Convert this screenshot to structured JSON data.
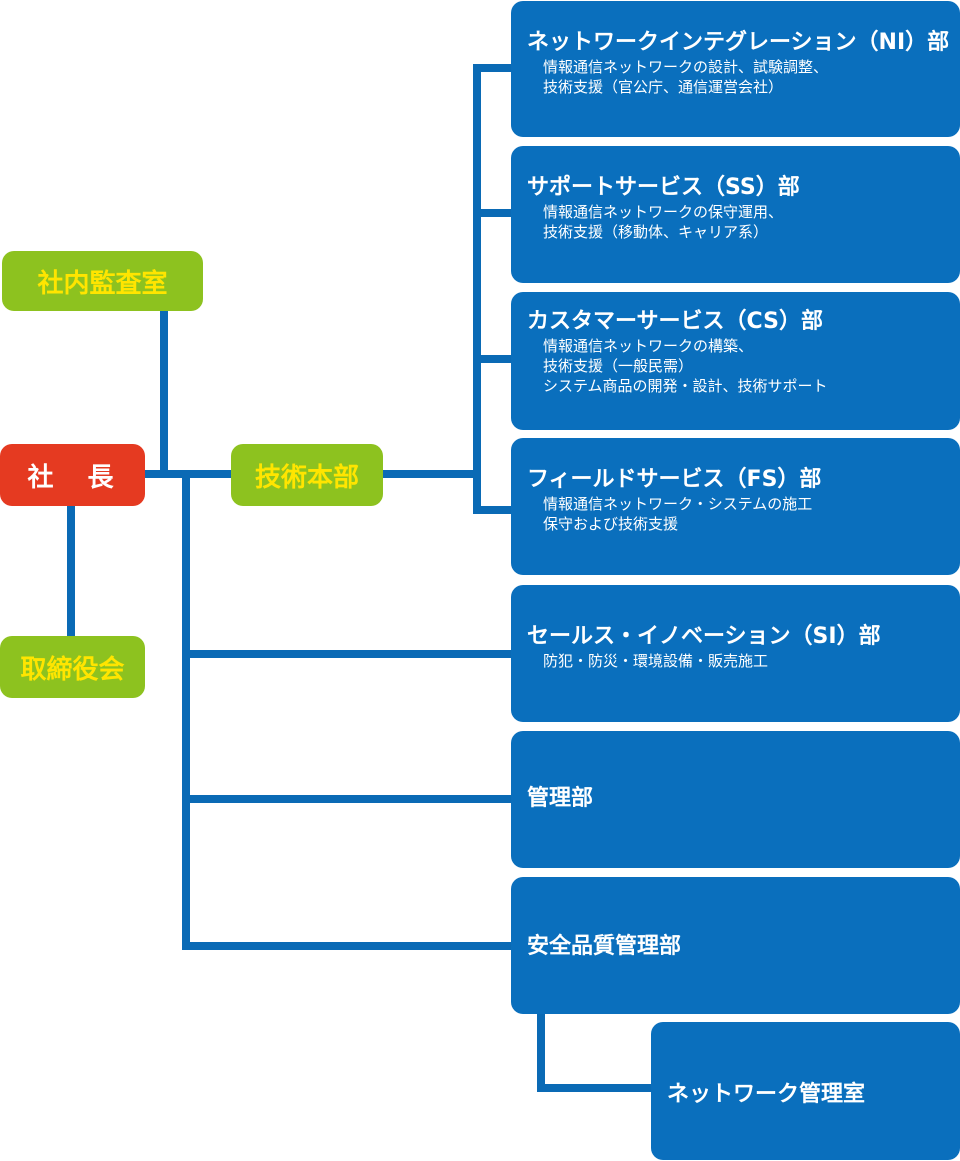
{
  "president": "社　長",
  "audit_office": "社内監査室",
  "board": "取締役会",
  "tech_hq": "技術本部",
  "tech_departments": [
    {
      "title": "ネットワークインテグレーション（NI）部",
      "desc": [
        "情報通信ネットワークの設計、試験調整、",
        "技術支援（官公庁、通信運営会社）"
      ]
    },
    {
      "title": "サポートサービス（SS）部",
      "desc": [
        "情報通信ネットワークの保守運用、",
        "技術支援（移動体、キャリア系）"
      ]
    },
    {
      "title": "カスタマーサービス（CS）部",
      "desc": [
        "情報通信ネットワークの構築、",
        "技術支援（一般民需）",
        "システム商品の開発・設計、技術サポート"
      ]
    },
    {
      "title": "フィールドサービス（FS）部",
      "desc": [
        "情報通信ネットワーク・システムの施工",
        "保守および技術支援"
      ]
    }
  ],
  "sales_dept": {
    "title": "セールス・イノベーション（SI）部",
    "desc": [
      "防犯・防災・環境設備・販売施工"
    ]
  },
  "admin_dept": "管理部",
  "safety_dept": "安全品質管理部",
  "network_office": "ネットワーク管理室",
  "colors": {
    "dept_blue": "#0a6fbd",
    "line_blue": "#0a6ab5",
    "green": "#8dc21f",
    "yellow_text": "#ffe500",
    "red": "#e53a21"
  }
}
